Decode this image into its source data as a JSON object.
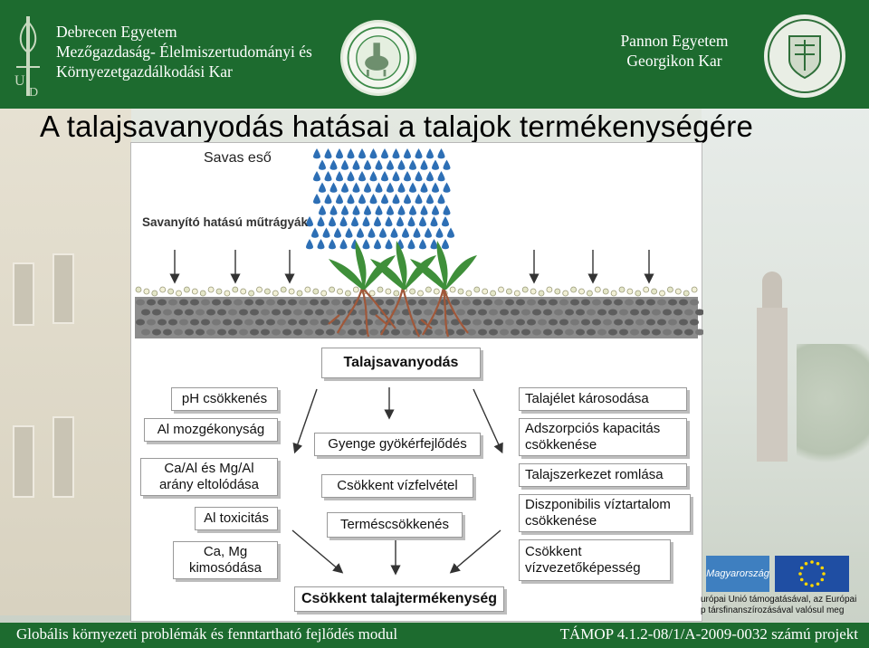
{
  "header": {
    "left_lines": [
      "Debrecen Egyetem",
      "Mezőgazdaság- Élelmiszertudományi és",
      "Környezetgazdálkodási Kar"
    ],
    "right_lines": [
      "Pannon Egyetem",
      "Georgikon Kar"
    ],
    "colors": {
      "header_green": "#1d6b2f"
    }
  },
  "title": "A talajsavanyodás hatásai a talajok termékenységére",
  "diagram": {
    "rain_label": "Savas eső",
    "fertilizer_label": "Savanyító hatású műtrágyák",
    "center_title": "Talajsavanyodás",
    "left_boxes": [
      "pH csökkenés",
      "Al mozgékonyság",
      "Ca/Al és Mg/Al\narány eltolódása",
      "Al toxicitás",
      "Ca, Mg\nkimosódása"
    ],
    "center_boxes": [
      "Gyenge gyökérfejlődés",
      "Csökkent vízfelvétel",
      "Terméscsökkenés"
    ],
    "right_boxes": [
      "Talajélet károsodása",
      "Adszorpciós kapacitás\ncsökkenése",
      "Talajszerkezet romlása",
      "Diszponibilis víztartalom\ncsökkenése",
      "Csökkent\nvízvezetőképesség"
    ],
    "result_box": "Csökkent talajtermékenység",
    "colors": {
      "rain_drop": "#2d6fb5",
      "root": "#a0583a",
      "plant": "#3f8f3a",
      "soil": "#6a6a6a"
    }
  },
  "eu": {
    "lines": [
      "urópai Unió támogatásával, az Európai",
      "p társfinanszírozásával valósul meg"
    ]
  },
  "footer": {
    "left": "Globális környezeti problémák és fenntartható fejlődés modul",
    "right": "TÁMOP 4.1.2-08/1/A-2009-0032 számú projekt"
  }
}
